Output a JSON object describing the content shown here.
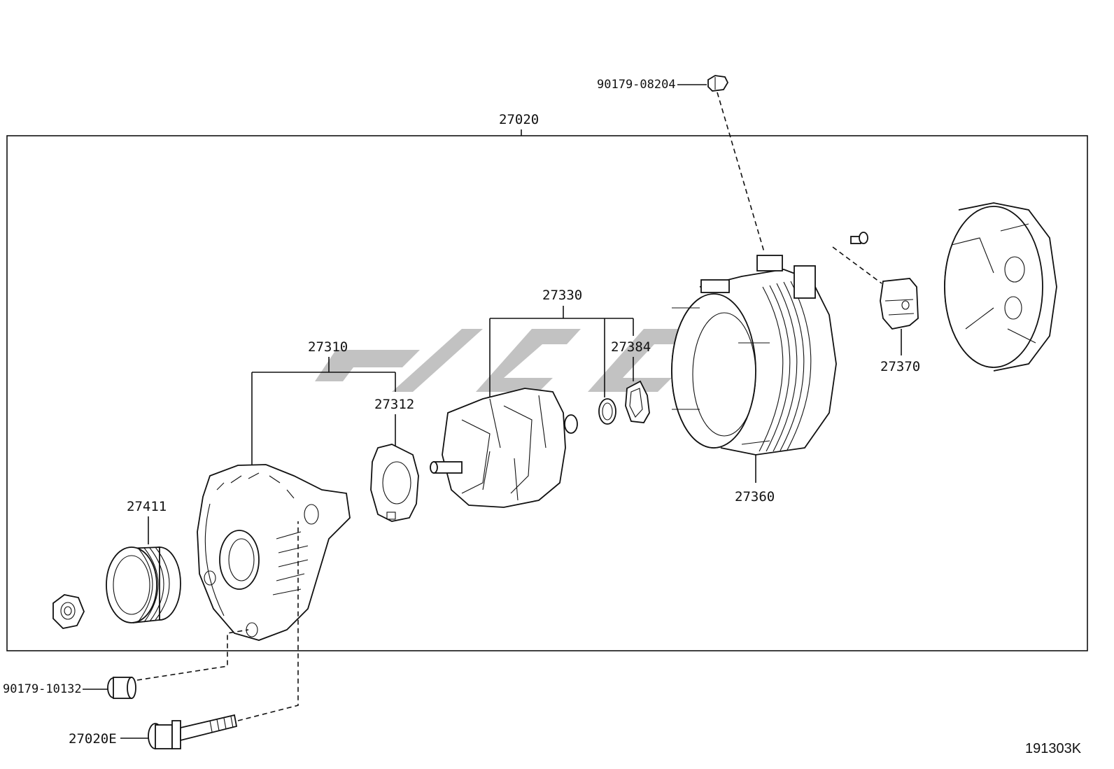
{
  "parts": {
    "assembly": "27020",
    "bolt_top": "90179-08204",
    "rotor": "27330",
    "drive_frame": "27310",
    "seal_plate": "27312",
    "ring": "27384",
    "stator": "27360",
    "regulator": "27370",
    "pulley": "27411",
    "bolt_bottom": "90179-10132",
    "through_bolt": "27020E"
  },
  "figure_code": "191303K"
}
